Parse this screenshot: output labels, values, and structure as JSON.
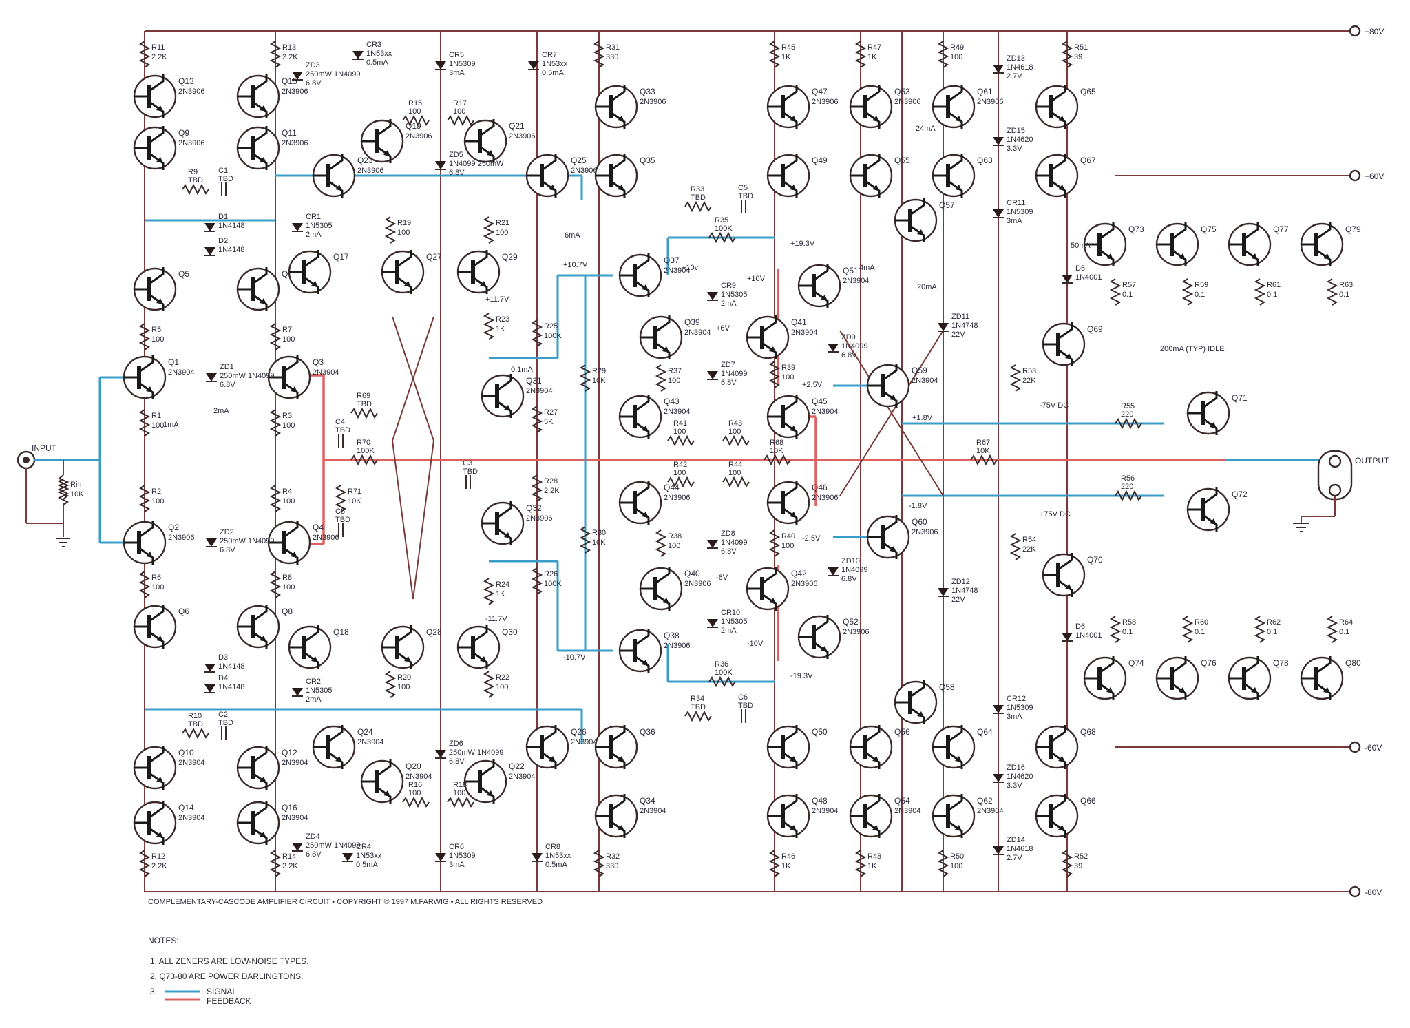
{
  "rails": [
    {
      "id": "p80",
      "label": "+80V"
    },
    {
      "id": "p60",
      "label": "+60V"
    },
    {
      "id": "output",
      "label": "OUTPUT"
    },
    {
      "id": "m60",
      "label": "-60V"
    },
    {
      "id": "m80",
      "label": "-80V"
    }
  ],
  "input_label": "INPUT",
  "transistors": [
    {
      "ref": "Q1",
      "part": "2N3904"
    },
    {
      "ref": "Q2",
      "part": "2N3906"
    },
    {
      "ref": "Q3",
      "part": "2N3904"
    },
    {
      "ref": "Q4",
      "part": "2N3906"
    },
    {
      "ref": "Q5",
      "part": ""
    },
    {
      "ref": "Q6",
      "part": ""
    },
    {
      "ref": "Q7",
      "part": ""
    },
    {
      "ref": "Q8",
      "part": ""
    },
    {
      "ref": "Q9",
      "part": "2N3906"
    },
    {
      "ref": "Q10",
      "part": "2N3904"
    },
    {
      "ref": "Q11",
      "part": "2N3906"
    },
    {
      "ref": "Q12",
      "part": "2N3904"
    },
    {
      "ref": "Q13",
      "part": "2N3906"
    },
    {
      "ref": "Q14",
      "part": "2N3904"
    },
    {
      "ref": "Q15",
      "part": "2N3906"
    },
    {
      "ref": "Q16",
      "part": "2N3904"
    },
    {
      "ref": "Q17",
      "part": ""
    },
    {
      "ref": "Q18",
      "part": ""
    },
    {
      "ref": "Q19",
      "part": "2N3906"
    },
    {
      "ref": "Q20",
      "part": "2N3904"
    },
    {
      "ref": "Q21",
      "part": "2N3906"
    },
    {
      "ref": "Q22",
      "part": "2N3904"
    },
    {
      "ref": "Q23",
      "part": "2N3906"
    },
    {
      "ref": "Q24",
      "part": "2N3904"
    },
    {
      "ref": "Q25",
      "part": "2N3906"
    },
    {
      "ref": "Q26",
      "part": "2N3904"
    },
    {
      "ref": "Q27",
      "part": ""
    },
    {
      "ref": "Q28",
      "part": ""
    },
    {
      "ref": "Q29",
      "part": ""
    },
    {
      "ref": "Q30",
      "part": ""
    },
    {
      "ref": "Q31",
      "part": "2N3904"
    },
    {
      "ref": "Q32",
      "part": "2N3906"
    },
    {
      "ref": "Q33",
      "part": "2N3906"
    },
    {
      "ref": "Q34",
      "part": "2N3904"
    },
    {
      "ref": "Q35",
      "part": ""
    },
    {
      "ref": "Q36",
      "part": ""
    },
    {
      "ref": "Q37",
      "part": "2N3904"
    },
    {
      "ref": "Q38",
      "part": "2N3906"
    },
    {
      "ref": "Q39",
      "part": "2N3904"
    },
    {
      "ref": "Q40",
      "part": "2N3906"
    },
    {
      "ref": "Q41",
      "part": "2N3904"
    },
    {
      "ref": "Q42",
      "part": "2N3906"
    },
    {
      "ref": "Q43",
      "part": "2N3904"
    },
    {
      "ref": "Q44",
      "part": "2N3906"
    },
    {
      "ref": "Q45",
      "part": "2N3904"
    },
    {
      "ref": "Q46",
      "part": "2N3906"
    },
    {
      "ref": "Q47",
      "part": "2N3906"
    },
    {
      "ref": "Q48",
      "part": "2N3904"
    },
    {
      "ref": "Q49",
      "part": ""
    },
    {
      "ref": "Q50",
      "part": ""
    },
    {
      "ref": "Q51",
      "part": "2N3904"
    },
    {
      "ref": "Q52",
      "part": "2N3906"
    },
    {
      "ref": "Q53",
      "part": "2N3906"
    },
    {
      "ref": "Q54",
      "part": "2N3904"
    },
    {
      "ref": "Q55",
      "part": ""
    },
    {
      "ref": "Q56",
      "part": ""
    },
    {
      "ref": "Q57",
      "part": ""
    },
    {
      "ref": "Q58",
      "part": ""
    },
    {
      "ref": "Q59",
      "part": "2N3904"
    },
    {
      "ref": "Q60",
      "part": "2N3906"
    },
    {
      "ref": "Q61",
      "part": "2N3906"
    },
    {
      "ref": "Q62",
      "part": "2N3904"
    },
    {
      "ref": "Q63",
      "part": ""
    },
    {
      "ref": "Q64",
      "part": ""
    },
    {
      "ref": "Q65",
      "part": ""
    },
    {
      "ref": "Q66",
      "part": ""
    },
    {
      "ref": "Q67",
      "part": ""
    },
    {
      "ref": "Q68",
      "part": ""
    },
    {
      "ref": "Q69",
      "part": ""
    },
    {
      "ref": "Q70",
      "part": ""
    },
    {
      "ref": "Q71",
      "part": ""
    },
    {
      "ref": "Q72",
      "part": ""
    },
    {
      "ref": "Q73",
      "part": ""
    },
    {
      "ref": "Q74",
      "part": ""
    },
    {
      "ref": "Q75",
      "part": ""
    },
    {
      "ref": "Q76",
      "part": ""
    },
    {
      "ref": "Q77",
      "part": ""
    },
    {
      "ref": "Q78",
      "part": ""
    },
    {
      "ref": "Q79",
      "part": ""
    },
    {
      "ref": "Q80",
      "part": ""
    }
  ],
  "resistors": [
    {
      "ref": "R1",
      "value": "100"
    },
    {
      "ref": "R2",
      "value": "100"
    },
    {
      "ref": "R3",
      "value": "100"
    },
    {
      "ref": "R4",
      "value": "100"
    },
    {
      "ref": "R5",
      "value": "100"
    },
    {
      "ref": "R6",
      "value": "100"
    },
    {
      "ref": "R7",
      "value": "100"
    },
    {
      "ref": "R8",
      "value": "100"
    },
    {
      "ref": "R9",
      "value": "TBD"
    },
    {
      "ref": "R10",
      "value": "TBD"
    },
    {
      "ref": "R11",
      "value": "2.2K"
    },
    {
      "ref": "R12",
      "value": "2.2K"
    },
    {
      "ref": "R13",
      "value": "2.2K"
    },
    {
      "ref": "R14",
      "value": "2.2K"
    },
    {
      "ref": "R15",
      "value": "100"
    },
    {
      "ref": "R16",
      "value": "100"
    },
    {
      "ref": "R17",
      "value": "100"
    },
    {
      "ref": "R18",
      "value": "100"
    },
    {
      "ref": "R19",
      "value": "100"
    },
    {
      "ref": "R20",
      "value": "100"
    },
    {
      "ref": "R21",
      "value": "100"
    },
    {
      "ref": "R22",
      "value": "100"
    },
    {
      "ref": "R23",
      "value": "1K"
    },
    {
      "ref": "R24",
      "value": "1K"
    },
    {
      "ref": "R25",
      "value": "100K"
    },
    {
      "ref": "R26",
      "value": "100K"
    },
    {
      "ref": "R27",
      "value": "5K"
    },
    {
      "ref": "R28",
      "value": "2.2K"
    },
    {
      "ref": "R29",
      "value": "10K"
    },
    {
      "ref": "R30",
      "value": "10K"
    },
    {
      "ref": "R31",
      "value": "330"
    },
    {
      "ref": "R32",
      "value": "330"
    },
    {
      "ref": "R33",
      "value": "TBD"
    },
    {
      "ref": "R34",
      "value": "TBD"
    },
    {
      "ref": "R35",
      "value": "100K"
    },
    {
      "ref": "R36",
      "value": "100K"
    },
    {
      "ref": "R37",
      "value": "100"
    },
    {
      "ref": "R38",
      "value": "100"
    },
    {
      "ref": "R39",
      "value": "100"
    },
    {
      "ref": "R40",
      "value": "100"
    },
    {
      "ref": "R41",
      "value": "100"
    },
    {
      "ref": "R42",
      "value": "100"
    },
    {
      "ref": "R43",
      "value": "100"
    },
    {
      "ref": "R44",
      "value": "100"
    },
    {
      "ref": "R45",
      "value": "1K"
    },
    {
      "ref": "R46",
      "value": "1K"
    },
    {
      "ref": "R47",
      "value": "1K"
    },
    {
      "ref": "R48",
      "value": "1K"
    },
    {
      "ref": "R49",
      "value": "100"
    },
    {
      "ref": "R50",
      "value": "100"
    },
    {
      "ref": "R51",
      "value": "39"
    },
    {
      "ref": "R52",
      "value": "39"
    },
    {
      "ref": "R53",
      "value": "22K"
    },
    {
      "ref": "R54",
      "value": "22K"
    },
    {
      "ref": "R55",
      "value": "220"
    },
    {
      "ref": "R56",
      "value": "220"
    },
    {
      "ref": "R57",
      "value": "0.1"
    },
    {
      "ref": "R58",
      "value": "0.1"
    },
    {
      "ref": "R59",
      "value": "0.1"
    },
    {
      "ref": "R60",
      "value": "0.1"
    },
    {
      "ref": "R61",
      "value": "0.1"
    },
    {
      "ref": "R62",
      "value": "0.1"
    },
    {
      "ref": "R63",
      "value": "0.1"
    },
    {
      "ref": "R64",
      "value": "0.1"
    },
    {
      "ref": "R67",
      "value": "10K"
    },
    {
      "ref": "R68",
      "value": "10K"
    },
    {
      "ref": "R69",
      "value": "TBD"
    },
    {
      "ref": "R70",
      "value": "100K"
    },
    {
      "ref": "R71",
      "value": "10K"
    },
    {
      "ref": "Rin",
      "value": "10K"
    }
  ],
  "capacitors": [
    {
      "ref": "C1",
      "value": "TBD"
    },
    {
      "ref": "C2",
      "value": "TBD"
    },
    {
      "ref": "C3",
      "value": "TBD"
    },
    {
      "ref": "C4",
      "value": "TBD"
    },
    {
      "ref": "C5",
      "value": "TBD"
    },
    {
      "ref": "C5b",
      "value": "TBD"
    },
    {
      "ref": "C6",
      "value": "TBD"
    }
  ],
  "diodes": [
    {
      "ref": "D1",
      "part": "1N4148"
    },
    {
      "ref": "D2",
      "part": "1N4148"
    },
    {
      "ref": "D3",
      "part": "1N4148"
    },
    {
      "ref": "D4",
      "part": "1N4148"
    },
    {
      "ref": "D5",
      "part": "1N4001"
    },
    {
      "ref": "D6",
      "part": "1N4001"
    },
    {
      "ref": "CR1",
      "part": "1N5305",
      "note": "2mA"
    },
    {
      "ref": "CR2",
      "part": "1N5305",
      "note": "2mA"
    },
    {
      "ref": "CR3",
      "part": "1N53xx",
      "note": "0.5mA"
    },
    {
      "ref": "CR4",
      "part": "1N53xx",
      "note": "0.5mA"
    },
    {
      "ref": "CR5",
      "part": "1N5309",
      "note": "3mA"
    },
    {
      "ref": "CR6",
      "part": "1N5309",
      "note": "3mA"
    },
    {
      "ref": "CR7",
      "part": "1N53xx",
      "note": "0.5mA"
    },
    {
      "ref": "CR8",
      "part": "1N53xx",
      "note": "0.5mA"
    },
    {
      "ref": "CR9",
      "part": "1N5305",
      "note": "2mA"
    },
    {
      "ref": "CR10",
      "part": "1N5305",
      "note": "2mA"
    },
    {
      "ref": "CR11",
      "part": "1N5309",
      "note": "3mA"
    },
    {
      "ref": "CR12",
      "part": "1N5309",
      "note": "3mA"
    },
    {
      "ref": "ZD1",
      "part": "250mW 1N4099",
      "note": "6.8V"
    },
    {
      "ref": "ZD2",
      "part": "250mW 1N4099",
      "note": "6.8V"
    },
    {
      "ref": "ZD3",
      "part": "250mW 1N4099",
      "note": "6.8V"
    },
    {
      "ref": "ZD4",
      "part": "250mW 1N4099",
      "note": "6.8V"
    },
    {
      "ref": "ZD5",
      "part": "1N4099 250mW",
      "note": "6.8V"
    },
    {
      "ref": "ZD6",
      "part": "250mW 1N4099",
      "note": "6.8V"
    },
    {
      "ref": "ZD7",
      "part": "1N4099",
      "note": "6.8V"
    },
    {
      "ref": "ZD8",
      "part": "1N4099",
      "note": "6.8V"
    },
    {
      "ref": "ZD9",
      "part": "1N4099",
      "note": "6.8V"
    },
    {
      "ref": "ZD10",
      "part": "1N4099",
      "note": "6.8V"
    },
    {
      "ref": "ZD11",
      "part": "1N4748",
      "note": "22V"
    },
    {
      "ref": "ZD12",
      "part": "1N4748",
      "note": "22V"
    },
    {
      "ref": "ZD13",
      "part": "1N4618",
      "note": "2.7V"
    },
    {
      "ref": "ZD14",
      "part": "1N4618",
      "note": "2.7V"
    },
    {
      "ref": "ZD15",
      "part": "1N4620",
      "note": "3.3V"
    },
    {
      "ref": "ZD16",
      "part": "1N4620",
      "note": "3.3V"
    }
  ],
  "voltages": [
    "+10.7V",
    "-10.7V",
    "+11.7V",
    "-11.7V",
    "+10v",
    "+10V",
    "-10V",
    "+6V",
    "-6V",
    "+19.3V",
    "-19.3V",
    "+2.5V",
    "-2.5V",
    "+1.8V",
    "-1.8V",
    "-75V DC",
    "+75V DC"
  ],
  "currents": [
    "1mA",
    "2mA",
    "0.1mA",
    "6mA",
    "20mA",
    "24mA",
    "4mA",
    "50mA",
    "200mA (TYP) IDLE"
  ],
  "footer": "COMPLEMENTARY-CASCODE AMPLIFIER CIRCUIT  •  COPYRIGHT © 1997  M.FARWIG  •  ALL RIGHTS RESERVED",
  "notes": {
    "title": "NOTES:",
    "items": [
      "1.  ALL ZENERS ARE LOW-NOISE TYPES.",
      "2.  Q73-80 ARE POWER DARLINGTONS.",
      "3."
    ],
    "legend": [
      {
        "label": "SIGNAL",
        "color": "#3a9cc8"
      },
      {
        "label": "FEEDBACK",
        "color": "#e06060"
      }
    ]
  },
  "colors": {
    "signal": "#3a9cc8",
    "feedback": "#e06060",
    "wire": "#7a3a3a"
  }
}
